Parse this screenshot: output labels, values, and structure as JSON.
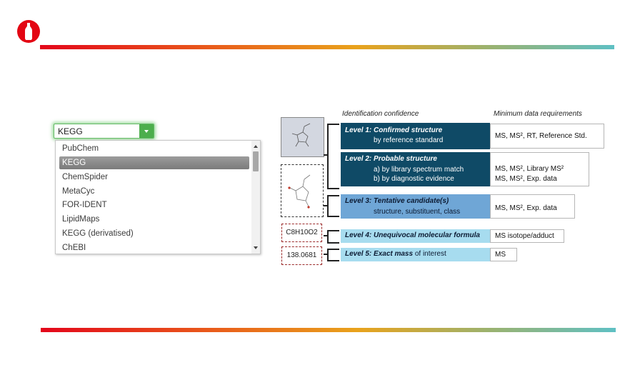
{
  "dropdown": {
    "selected": "KEGG",
    "options": [
      "PubChem",
      "KEGG",
      "ChemSpider",
      "MetaCyc",
      "FOR-IDENT",
      "LipidMaps",
      "KEGG (derivatised)",
      "ChEBI"
    ],
    "highlighted_index": 1
  },
  "diagram": {
    "col_identification": "Identification confidence",
    "col_requirements": "Minimum data requirements",
    "formula": "C8H10O2",
    "mass": "138.0681",
    "levels": [
      {
        "title": "Level 1:  Confirmed  structure",
        "lines": [
          "by reference standard"
        ],
        "requirements": [
          "MS,  MS², RT,  Reference Std."
        ]
      },
      {
        "title": "Level 2:  Probable structure",
        "lines": [
          "a) by library spectrum match",
          "b) by diagnostic evidence"
        ],
        "requirements": [
          "MS,  MS²,  Library MS²",
          "MS,  MS²,  Exp. data"
        ]
      },
      {
        "title": "Level 3:  Tentative candidate(s)",
        "lines": [
          "structure, substituent, class"
        ],
        "requirements": [
          "MS,  MS²,  Exp. data"
        ]
      },
      {
        "title": "Level 4:  Unequivocal molecular formula",
        "lines": [],
        "requirements": [
          "MS isotope/adduct"
        ]
      },
      {
        "title": "Level 5:  Exact mass",
        "title_suffix": " of interest",
        "lines": [],
        "requirements": [
          "MS"
        ]
      }
    ]
  },
  "colors": {
    "brand_red": "#e30613",
    "level_dark": "#0f4a66",
    "level_mid": "#6fa6d6",
    "level_light": "#a7dcef",
    "select_green": "#4cae4c"
  }
}
